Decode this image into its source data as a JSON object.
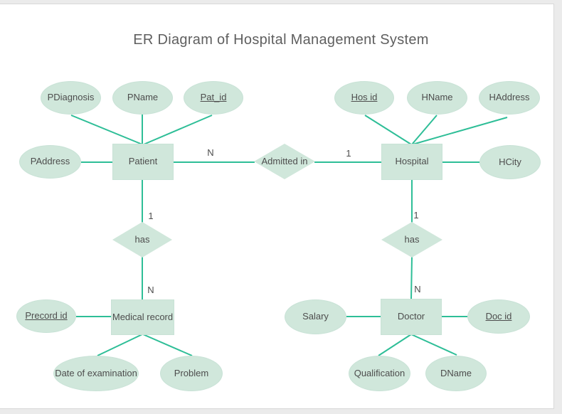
{
  "title": "ER Diagram of Hospital Management System",
  "colors": {
    "canvas_bg": "#ebebeb",
    "page_bg": "#ffffff",
    "page_border": "#d8d8d8",
    "shape_fill": "#d0e7db",
    "shape_border": "#c8e2d6",
    "connector": "#2ebe97",
    "node_text": "#4d4d4d",
    "title_text": "#5f5f5f"
  },
  "diagram": {
    "entities": [
      {
        "label": "Patient"
      },
      {
        "label": "Hospital"
      },
      {
        "label": "Medical record"
      },
      {
        "label": "Doctor"
      }
    ],
    "relationships": [
      {
        "label": "Admitted in"
      },
      {
        "label": "has"
      },
      {
        "label": "has"
      }
    ],
    "attributes": [
      {
        "label": "PDiagnosis",
        "primary_key": false,
        "entity": "Patient"
      },
      {
        "label": "PName",
        "primary_key": false,
        "entity": "Patient"
      },
      {
        "label": "Pat_id",
        "primary_key": true,
        "entity": "Patient"
      },
      {
        "label": "PAddress",
        "primary_key": false,
        "entity": "Patient"
      },
      {
        "label": "Hos id",
        "primary_key": true,
        "entity": "Hospital"
      },
      {
        "label": "HName",
        "primary_key": false,
        "entity": "Hospital"
      },
      {
        "label": "HAddress",
        "primary_key": false,
        "entity": "Hospital"
      },
      {
        "label": "HCity",
        "primary_key": false,
        "entity": "Hospital"
      },
      {
        "label": "Precord id",
        "primary_key": true,
        "entity": "Medical record"
      },
      {
        "label": "Date of examination",
        "primary_key": false,
        "entity": "Medical record"
      },
      {
        "label": "Problem",
        "primary_key": false,
        "entity": "Medical record"
      },
      {
        "label": "Salary",
        "primary_key": false,
        "entity": "Doctor"
      },
      {
        "label": "Doc id",
        "primary_key": true,
        "entity": "Doctor"
      },
      {
        "label": "Qualification",
        "primary_key": false,
        "entity": "Doctor"
      },
      {
        "label": "DName",
        "primary_key": false,
        "entity": "Doctor"
      }
    ],
    "cardinalities": [
      {
        "label": "N",
        "edge": "Patient - Admitted in"
      },
      {
        "label": "1",
        "edge": "Admitted in - Hospital"
      },
      {
        "label": "1",
        "edge": "Patient - has"
      },
      {
        "label": "N",
        "edge": "has - Medical record"
      },
      {
        "label": "1",
        "edge": "Hospital - has"
      },
      {
        "label": "N",
        "edge": "has - Doctor"
      }
    ],
    "connections": [
      {
        "from": "PDiagnosis",
        "to": "Patient"
      },
      {
        "from": "PName",
        "to": "Patient"
      },
      {
        "from": "Pat_id",
        "to": "Patient"
      },
      {
        "from": "PAddress",
        "to": "Patient"
      },
      {
        "from": "Patient",
        "to": "Admitted in",
        "cardinality": "N"
      },
      {
        "from": "Admitted in",
        "to": "Hospital",
        "cardinality": "1"
      },
      {
        "from": "Hos id",
        "to": "Hospital"
      },
      {
        "from": "HName",
        "to": "Hospital"
      },
      {
        "from": "HAddress",
        "to": "Hospital"
      },
      {
        "from": "Hospital",
        "to": "HCity"
      },
      {
        "from": "Patient",
        "to": "has",
        "cardinality": "1"
      },
      {
        "from": "has",
        "to": "Medical record",
        "cardinality": "N"
      },
      {
        "from": "Precord id",
        "to": "Medical record"
      },
      {
        "from": "Medical record",
        "to": "Date of examination"
      },
      {
        "from": "Medical record",
        "to": "Problem"
      },
      {
        "from": "Hospital",
        "to": "has",
        "cardinality": "1"
      },
      {
        "from": "has",
        "to": "Doctor",
        "cardinality": "N"
      },
      {
        "from": "Salary",
        "to": "Doctor"
      },
      {
        "from": "Doctor",
        "to": "Doc id"
      },
      {
        "from": "Doctor",
        "to": "Qualification"
      },
      {
        "from": "Doctor",
        "to": "DName"
      }
    ]
  }
}
